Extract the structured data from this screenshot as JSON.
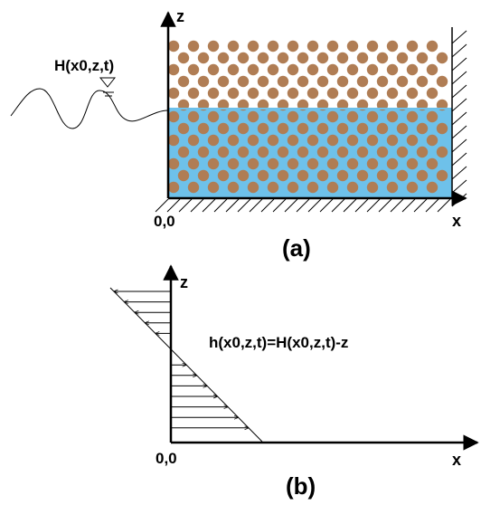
{
  "panel_a": {
    "z_axis_label": "z",
    "x_axis_label": "x",
    "origin_label": "0,0",
    "head_label": "H(x0,z,t)",
    "caption": "(a)"
  },
  "panel_b": {
    "z_axis_label": "z",
    "x_axis_label": "x",
    "origin_label": "0,0",
    "equation": "h(x0,z,t)=H(x0,z,t)-z",
    "caption": "(b)"
  },
  "colors": {
    "dry_zone_fill": "#ffffff",
    "saturated_zone_fill": "#6ec1ea",
    "grain_color": "#b07d54",
    "line_color": "#000000"
  }
}
